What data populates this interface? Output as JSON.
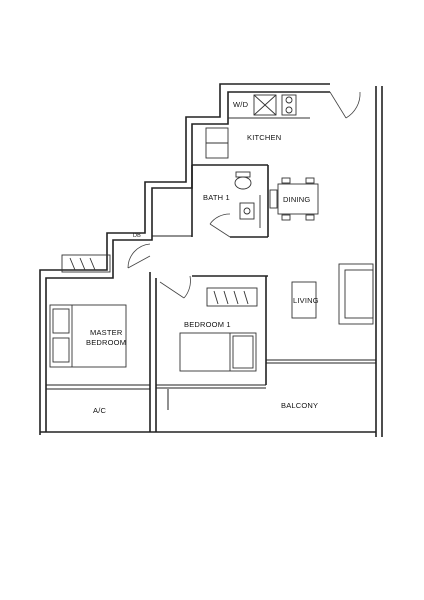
{
  "rooms": {
    "wd": "W/D",
    "kitchen": "KITCHEN",
    "bath1": "BATH 1",
    "dining": "DINING",
    "db": "DB",
    "living": "LIVING",
    "master_line1": "MASTER",
    "master_line2": "BEDROOM",
    "bedroom1": "BEDROOM 1",
    "ac": "A/C",
    "balcony": "BALCONY"
  }
}
